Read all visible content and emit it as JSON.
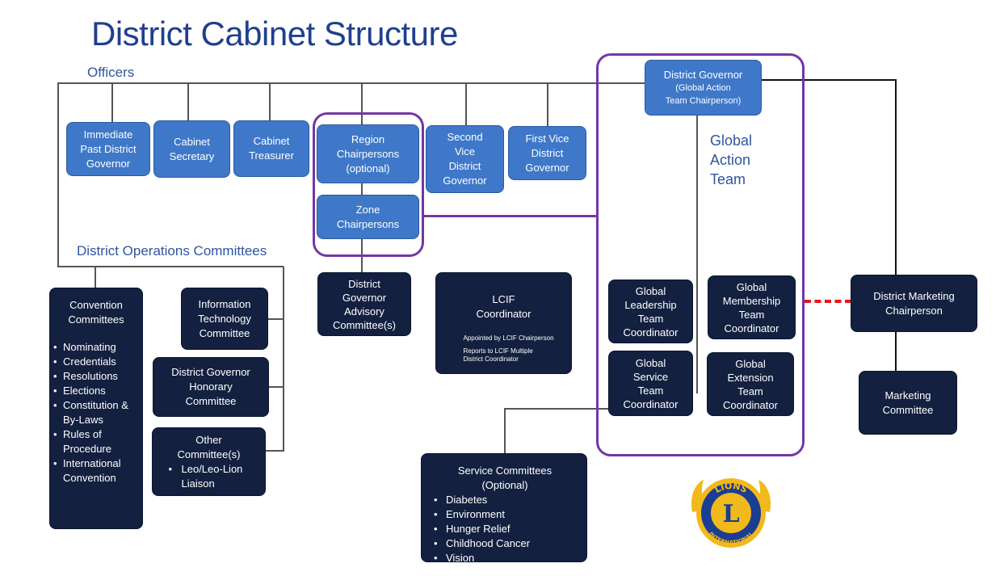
{
  "title": "District Cabinet Structure",
  "sections": {
    "officers": "Officers",
    "operations": "District Operations Committees",
    "global_action_team": [
      "Global",
      "Action",
      "Team"
    ]
  },
  "colors": {
    "title": "#1f3f8f",
    "officer_box": "#3f78c8",
    "committee_box": "#13203f",
    "highlight_border": "#7436a6",
    "dashed_link": "#e8161c",
    "logo_gold": "#f2b91c",
    "logo_blue": "#1b3d92"
  },
  "officers": {
    "ipdg": [
      "Immediate",
      "Past District",
      "Governor"
    ],
    "secretary": [
      "Cabinet",
      "Secretary"
    ],
    "treasurer": [
      "Cabinet",
      "Treasurer"
    ],
    "region": [
      "Region",
      "Chairpersons",
      "(optional)"
    ],
    "zone": [
      "Zone",
      "Chairpersons"
    ],
    "second_vdg": [
      "Second",
      "Vice",
      "District",
      "Governor"
    ],
    "first_vdg": [
      "First Vice",
      "District",
      "Governor"
    ],
    "dg_main": "District Governor",
    "dg_sub": [
      "(Global Action",
      "Team Chairperson)"
    ]
  },
  "committees": {
    "convention": {
      "heading": [
        "Convention",
        "Committees"
      ],
      "items": [
        "Nominating",
        "Credentials",
        "Resolutions",
        "Elections",
        "Constitution & By-Laws",
        "Rules of Procedure",
        "International Convention"
      ]
    },
    "it": [
      "Information",
      "Technology",
      "Committee"
    ],
    "honorary": [
      "District  Governor",
      "Honorary",
      "Committee"
    ],
    "other": {
      "heading": [
        "Other",
        "Committee(s)"
      ],
      "items": [
        "Leo/Leo-Lion Liaison"
      ]
    },
    "advisory": [
      "District",
      "Governor",
      "Advisory",
      "Committee(s)"
    ],
    "lcif": {
      "heading": [
        "LCIF",
        "Coordinator"
      ],
      "note1": "Appointed by LCIF Chairperson",
      "note2": [
        "Reports to LCIF Multiple",
        "District Coordinator"
      ]
    },
    "service": {
      "heading": [
        "Service  Committees",
        "(Optional)"
      ],
      "items": [
        "Diabetes",
        "Environment",
        "Hunger Relief",
        "Childhood Cancer",
        "Vision"
      ]
    },
    "leadership": [
      "Global",
      "Leadership",
      "Team",
      "Coordinator"
    ],
    "membership": [
      "Global",
      "Membership",
      "Team",
      "Coordinator"
    ],
    "service_coord": [
      "Global",
      "Service",
      "Team",
      "Coordinator"
    ],
    "extension": [
      "Global",
      "Extension",
      "Team",
      "Coordinator"
    ],
    "marketing_chair": [
      "District Marketing",
      "Chairperson"
    ],
    "marketing_committee": [
      "Marketing",
      "Committee"
    ]
  },
  "logo": {
    "top_text": "LIONS",
    "bottom_text": "INTERNATIONAL",
    "center_letter": "L",
    "icon": "lions-international-emblem"
  }
}
